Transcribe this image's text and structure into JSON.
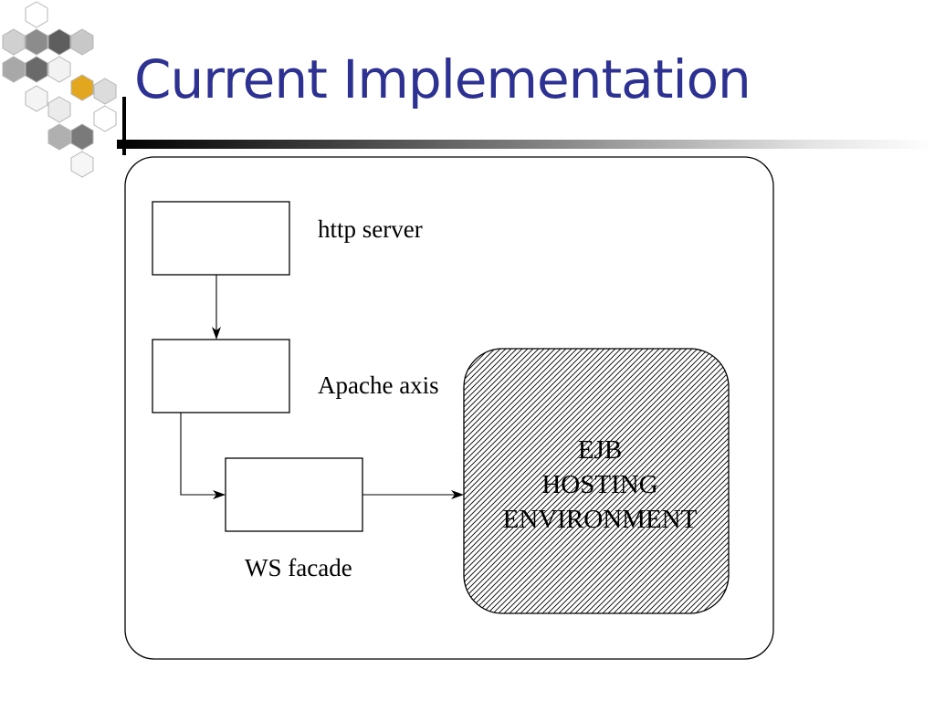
{
  "slide": {
    "title": "Current Implementation"
  },
  "diagram": {
    "labels": {
      "http_server": "http server",
      "apache_axis": "Apache axis",
      "ws_facade": "WS facade"
    },
    "ejb_label_lines": [
      "EJB",
      "HOSTING",
      "ENVIRONMENT"
    ]
  },
  "colors": {
    "title": "#2d3192",
    "logo_accent": "#e3a71f"
  }
}
